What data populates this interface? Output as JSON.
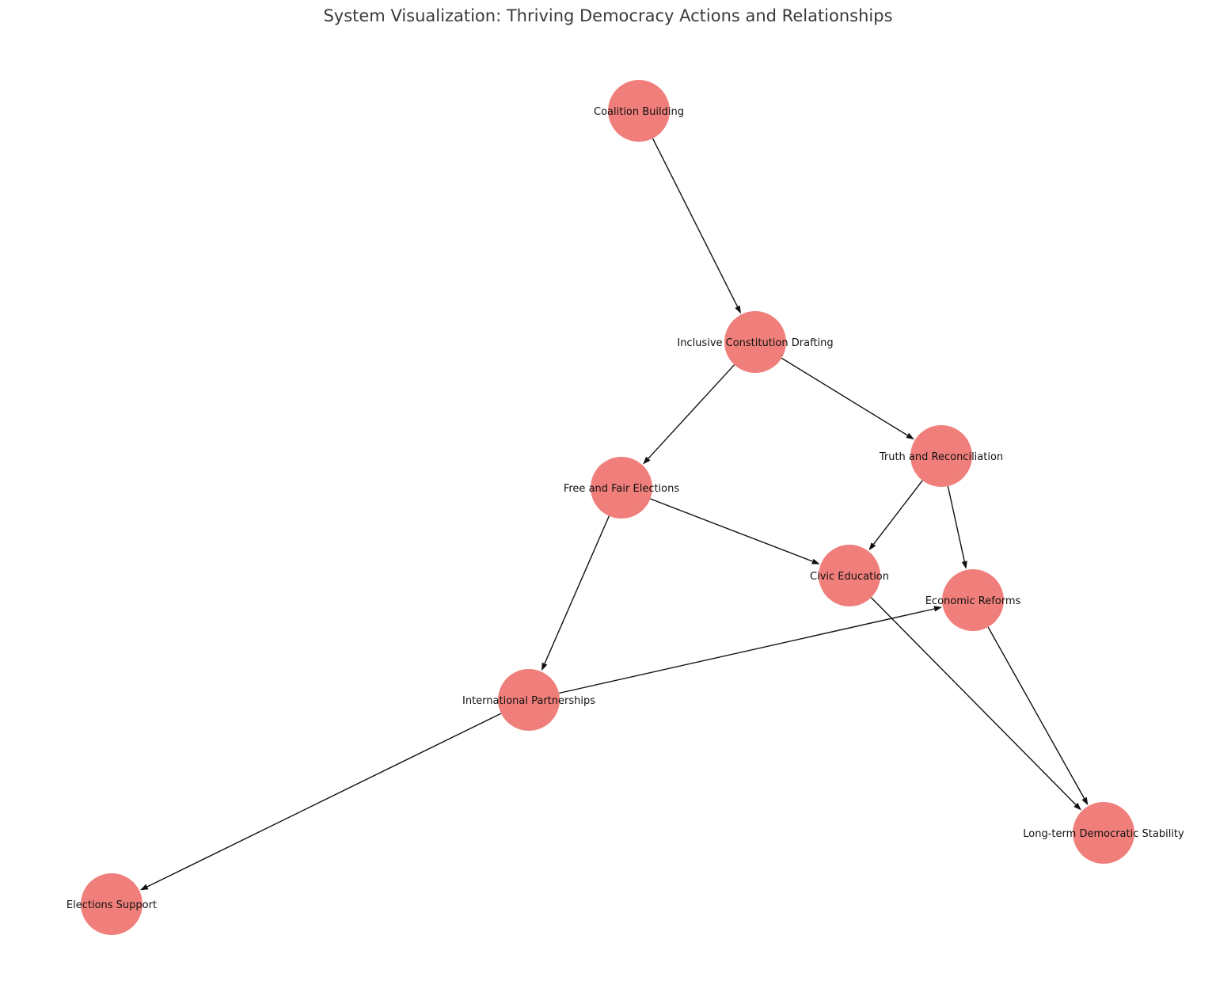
{
  "title": "System Visualization: Thriving Democracy Actions and Relationships",
  "colors": {
    "node_fill": "#f07f7b",
    "edge": "#111111",
    "title": "#3a3a3a",
    "label": "#111111"
  },
  "nodes": [
    {
      "id": "coalition",
      "label": "Coalition Building"
    },
    {
      "id": "constitution",
      "label": "Inclusive Constitution Drafting"
    },
    {
      "id": "truth",
      "label": "Truth and Reconciliation"
    },
    {
      "id": "elections",
      "label": "Free and Fair Elections"
    },
    {
      "id": "civic",
      "label": "Civic Education"
    },
    {
      "id": "economic",
      "label": "Economic Reforms"
    },
    {
      "id": "international",
      "label": "International Partnerships"
    },
    {
      "id": "stability",
      "label": "Long-term Democratic Stability"
    },
    {
      "id": "support",
      "label": "Elections Support"
    }
  ],
  "edges": [
    {
      "from": "coalition",
      "to": "constitution"
    },
    {
      "from": "constitution",
      "to": "elections"
    },
    {
      "from": "constitution",
      "to": "truth"
    },
    {
      "from": "truth",
      "to": "civic"
    },
    {
      "from": "truth",
      "to": "economic"
    },
    {
      "from": "elections",
      "to": "civic"
    },
    {
      "from": "elections",
      "to": "international"
    },
    {
      "from": "civic",
      "to": "stability"
    },
    {
      "from": "economic",
      "to": "stability"
    },
    {
      "from": "international",
      "to": "economic"
    },
    {
      "from": "international",
      "to": "support"
    }
  ]
}
